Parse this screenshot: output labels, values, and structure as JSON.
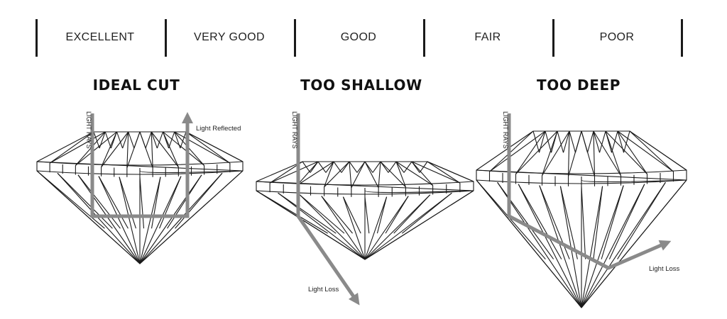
{
  "grades": [
    "EXCELLENT",
    "VERY GOOD",
    "GOOD",
    "FAIR",
    "POOR"
  ],
  "cuts": [
    {
      "title": "IDEAL CUT",
      "rays_label": "LIGHT RAYS",
      "outcome_label": "Light Reflected"
    },
    {
      "title": "TOO SHALLOW",
      "rays_label": "LIGHT RAYS",
      "outcome_label": "Light Loss"
    },
    {
      "title": "TOO DEEP",
      "rays_label": "LIGHT RAYS",
      "outcome_label": "Light Loss"
    }
  ],
  "colors": {
    "outline": "#1a1a1a",
    "ray": "#8a8a8a"
  }
}
